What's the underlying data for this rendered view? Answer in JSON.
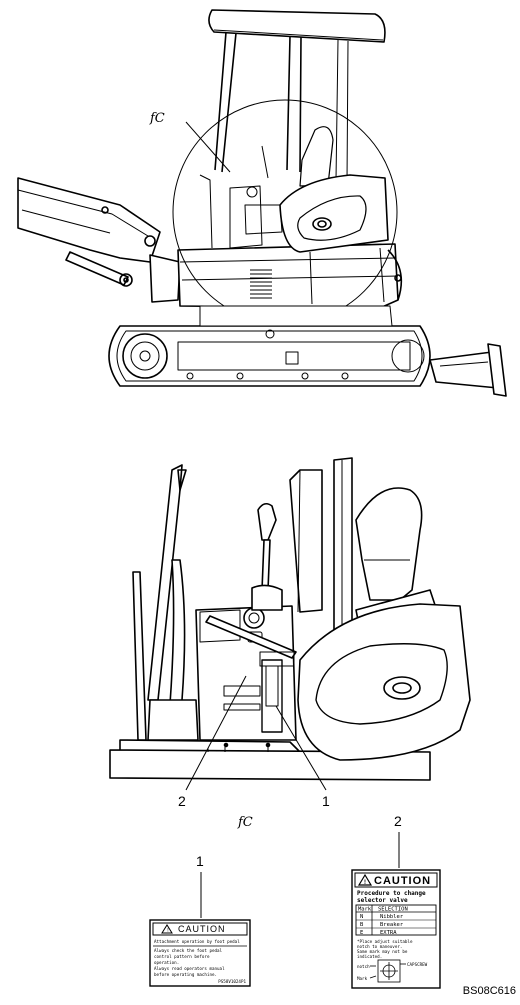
{
  "overview": {
    "detail_callout": "fC"
  },
  "detail": {
    "view_label": "fC",
    "callouts": [
      "1",
      "2"
    ]
  },
  "decal_1": {
    "number": "1",
    "heading": "CAUTION",
    "lines": [
      "Attachment operation by foot pedal",
      "Always check the foot pedal",
      "control pattern before",
      "operation.",
      "Always read operators manual",
      "before operating machine."
    ],
    "part_code": "PS58V1024P1"
  },
  "decal_2": {
    "number": "2",
    "heading": "CAUTION",
    "subtitle_lines": [
      "Procedure to change",
      "selector valve"
    ],
    "table_header": [
      "Mark",
      "SELECTION"
    ],
    "table_rows": [
      [
        "N",
        "Nibbler"
      ],
      [
        "B",
        "Breaker"
      ],
      [
        "E",
        "EXTRA"
      ]
    ],
    "note_lines": [
      "*Place adjust suitable",
      "notch to maneuver.",
      "Same mark may not be",
      "indicated."
    ],
    "notch_label": "notch",
    "mark_label": "Mark",
    "brand": "CAPSCREW"
  },
  "figure_code": "BS08C616"
}
